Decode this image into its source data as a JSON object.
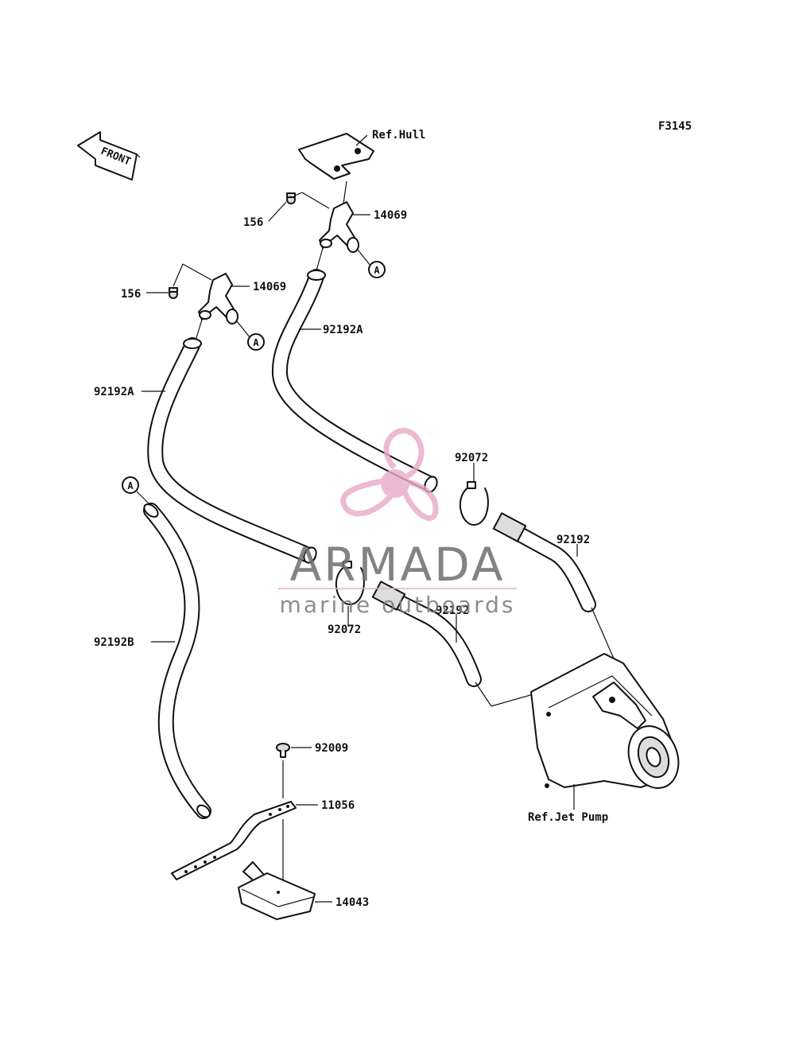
{
  "figure_code": "F3145",
  "front_label": "FRONT",
  "references": {
    "hull": "Ref.Hull",
    "jet_pump": "Ref.Jet Pump"
  },
  "callout_letter": "A",
  "parts": {
    "bolt_top": "156",
    "bolt_left": "156",
    "fitting_top": "14069",
    "fitting_left": "14069",
    "hose_a_right": "92192A",
    "hose_a_left": "92192A",
    "hose_b": "92192B",
    "clamp_right": "92072",
    "clamp_left": "92072",
    "hose_right": "92192",
    "hose_center": "92192",
    "screw": "92009",
    "bracket": "11056",
    "strainer": "14043"
  },
  "watermark": {
    "brand": "ARMADA",
    "tagline": "marine outboards",
    "colors": {
      "propeller": "#e8a9c8",
      "line": "#e8a9c8",
      "text": "#6e6e6e"
    }
  }
}
